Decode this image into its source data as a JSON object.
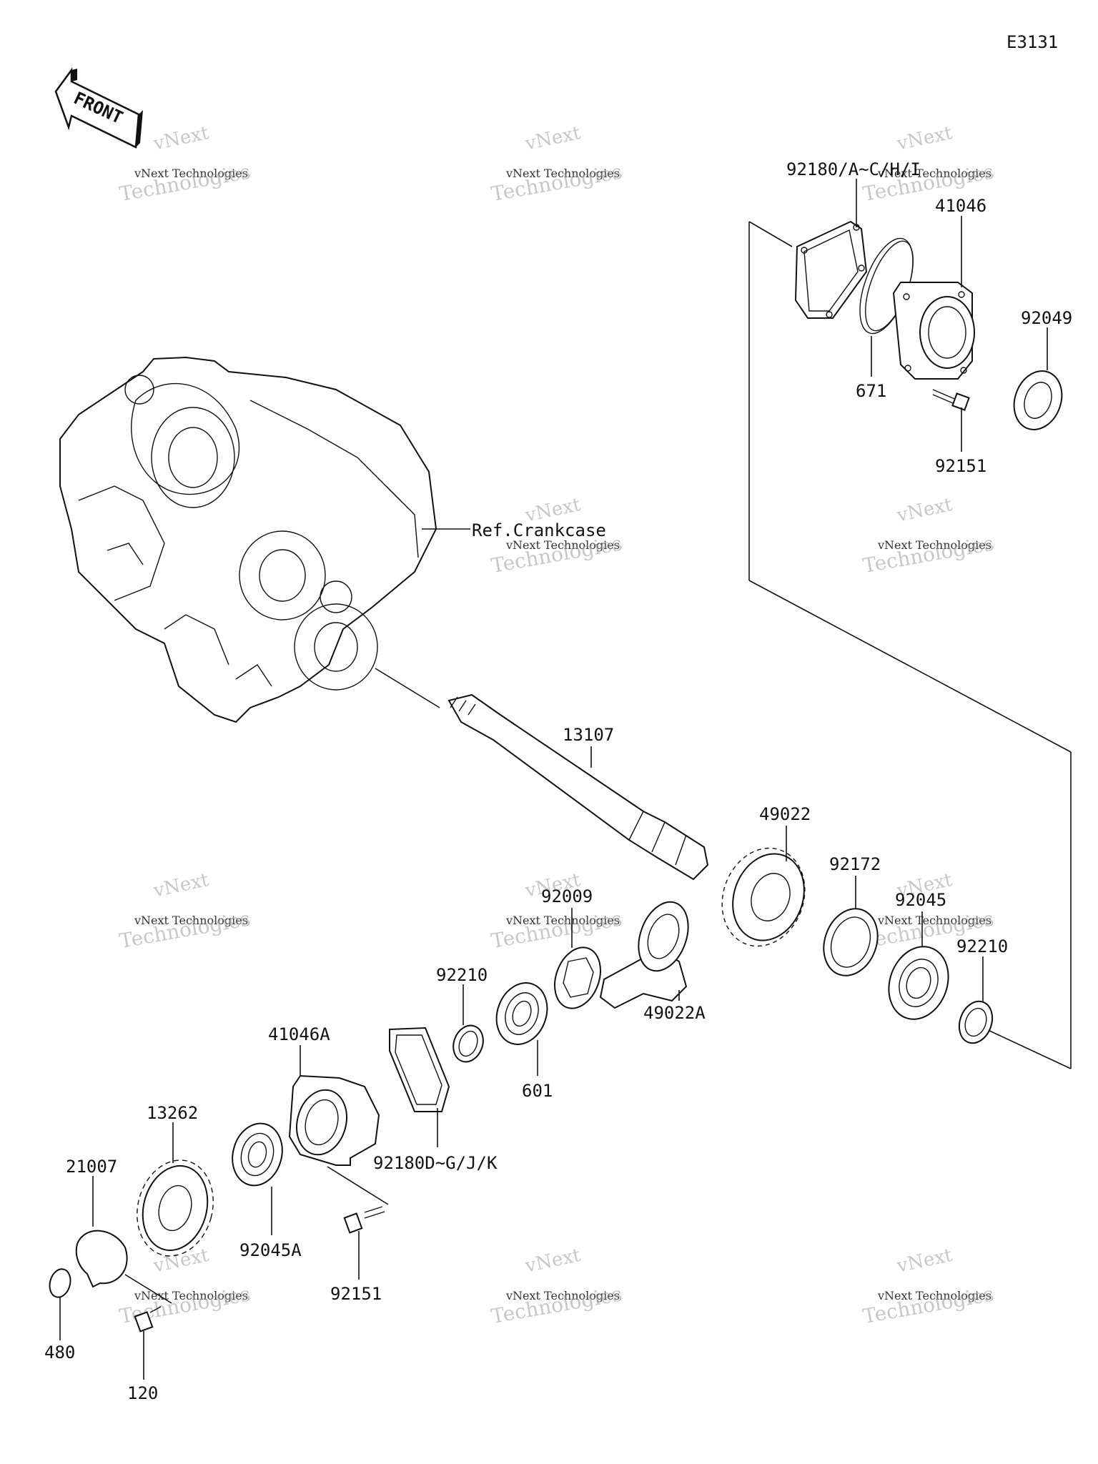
{
  "diagram_code": "E3131",
  "front_arrow_label": "FRONT",
  "reference_label": "Ref.Crankcase",
  "watermark": {
    "line1": "vNext",
    "line2": "vNext Technologies",
    "line3": "Technologies"
  },
  "parts": {
    "p92180_upper": "92180/A~C/H/I",
    "p41046": "41046",
    "p92049": "92049",
    "p671": "671",
    "p92151_upper": "92151",
    "p13107": "13107",
    "p49022": "49022",
    "p92172": "92172",
    "p92045": "92045",
    "p92210_right": "92210",
    "p92009": "92009",
    "p49022A": "49022A",
    "p92210_left": "92210",
    "p601": "601",
    "p41046A": "41046A",
    "p92180_lower": "92180D~G/J/K",
    "p13262": "13262",
    "p21007": "21007",
    "p92045A": "92045A",
    "p92151_lower": "92151",
    "p480": "480",
    "p120": "120"
  }
}
